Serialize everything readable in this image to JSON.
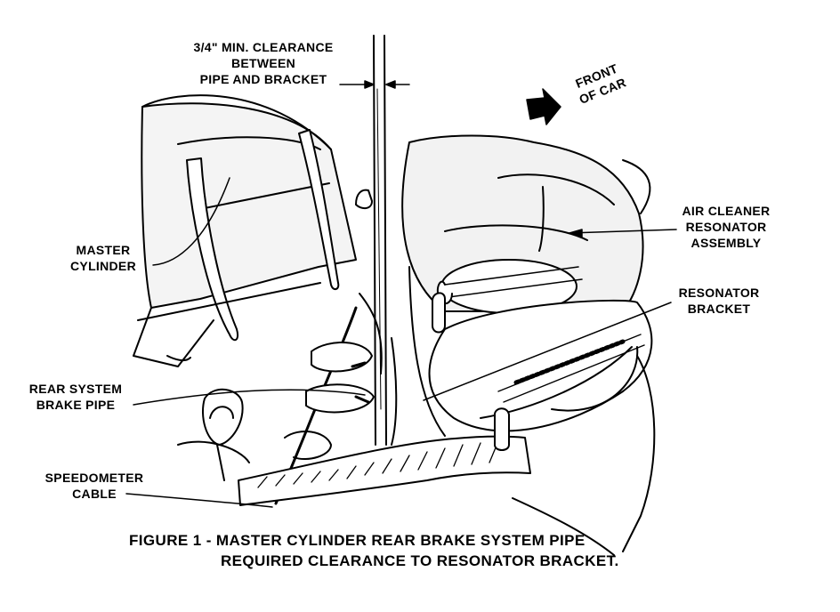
{
  "labels": {
    "clearance": [
      "3/4\" MIN. CLEARANCE",
      "BETWEEN",
      "PIPE AND BRACKET"
    ],
    "front_of_car": [
      "FRONT",
      "OF CAR"
    ],
    "air_cleaner": [
      "AIR CLEANER",
      "RESONATOR",
      "ASSEMBLY"
    ],
    "master_cylinder": [
      "MASTER",
      "CYLINDER"
    ],
    "resonator_bracket": [
      "RESONATOR",
      "BRACKET"
    ],
    "rear_system_brake_pipe": [
      "REAR SYSTEM",
      "BRAKE PIPE"
    ],
    "speedometer_cable": [
      "SPEEDOMETER",
      "CABLE"
    ]
  },
  "caption": [
    "FIGURE 1 - MASTER CYLINDER REAR BRAKE  SYSTEM PIPE",
    "REQUIRED CLEARANCE TO RESONATOR BRACKET."
  ]
}
